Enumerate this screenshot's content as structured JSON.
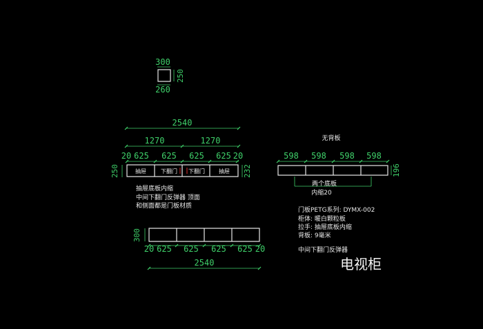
{
  "small_box": {
    "top": "300",
    "right": "250",
    "bottom": "260"
  },
  "front": {
    "total": "2540",
    "halves": [
      "1270",
      "1270"
    ],
    "segments": [
      "20",
      "625",
      "625",
      "625",
      "625",
      "20"
    ],
    "left_height": "250",
    "right_height": "232",
    "drawers": [
      "抽屉",
      "下翻门",
      "下翻门",
      "抽屉"
    ]
  },
  "front_notes": [
    "抽屉底板内缩",
    "中间下翻门反弹器      顶面",
    "和侧面都是门板材质"
  ],
  "back": {
    "title": "无背板",
    "segments": [
      "598",
      "598",
      "598",
      "598"
    ],
    "height": "196",
    "note1": "两个底板",
    "note2": "内缩20"
  },
  "spec": {
    "line1": "门板PETG系列:    DYMX-002",
    "line2": "柜体: 暖白颗粒板",
    "line3": "拉手: 抽屉底板内缩",
    "line4": "背板: 9毫米",
    "line5": "中间下翻门反弹器"
  },
  "plan": {
    "height": "300",
    "segments": [
      "20",
      "625",
      "625",
      "625",
      "625",
      "20"
    ],
    "total": "2540"
  },
  "title": "电视柜"
}
